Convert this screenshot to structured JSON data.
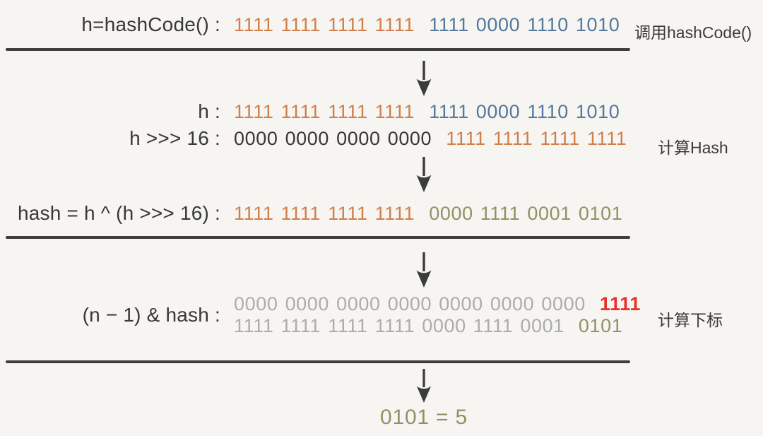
{
  "colors": {
    "orange": "#cf7f4a",
    "blue": "#54779b",
    "olive": "#8d9365",
    "red": "#ea2f28",
    "gray": "#acacac",
    "ink": "#383838",
    "line": "#3e3e3e",
    "background": "#f7f5f2"
  },
  "rows": {
    "hashcode": {
      "label": "h=hashCode() :",
      "segments": [
        {
          "text": "1111 1111 1111 1111",
          "color": "orange"
        },
        {
          "text": "1111 0000 1110 1010",
          "color": "blue"
        }
      ]
    },
    "h": {
      "label": "h :",
      "segments": [
        {
          "text": "1111 1111 1111 1111",
          "color": "orange"
        },
        {
          "text": "1111 0000 1110 1010",
          "color": "blue"
        }
      ]
    },
    "h_shift": {
      "label": "h >>> 16 :",
      "segments": [
        {
          "text": "0000 0000 0000 0000",
          "color": "ink"
        },
        {
          "text": "1111 1111 1111 1111",
          "color": "orange"
        }
      ]
    },
    "hash": {
      "label": "hash = h ^ (h >>> 16) :",
      "segments": [
        {
          "text": "1111 1111 1111 1111",
          "color": "orange"
        },
        {
          "text": "0000 1111 0001 0101",
          "color": "olive"
        }
      ]
    },
    "index": {
      "label": "(n − 1) & hash :",
      "line1": [
        {
          "text": "0000 0000 0000 0000 0000 0000 0000",
          "color": "gray"
        },
        {
          "text": "1111",
          "color": "red"
        }
      ],
      "line2": [
        {
          "text": "1111 1111 1111 1111 0000 1111 0001",
          "color": "gray"
        },
        {
          "text": "0101",
          "color": "olive"
        }
      ]
    }
  },
  "side_labels": {
    "call_hashcode": "调用hashCode()",
    "compute_hash": "计算Hash",
    "compute_index": "计算下标"
  },
  "result": "0101 = 5"
}
